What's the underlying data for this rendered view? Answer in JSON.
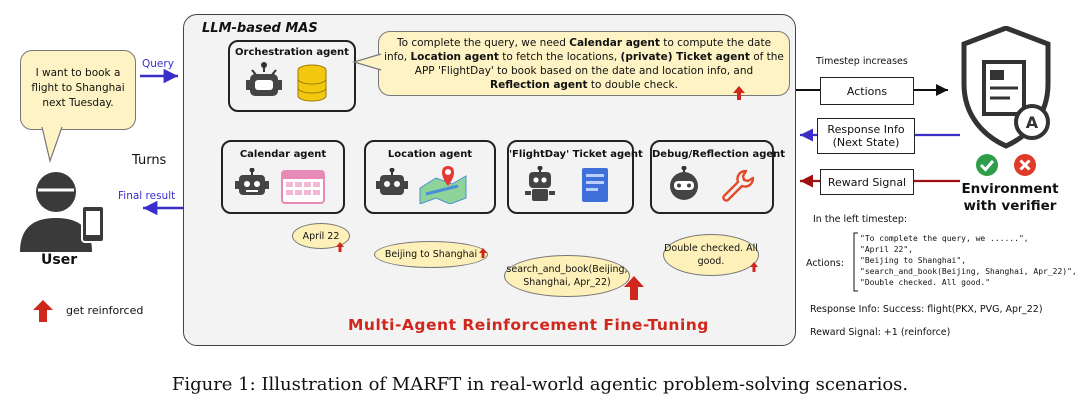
{
  "mas_title": "LLM-based MAS",
  "agents": {
    "orchestration": "Orchestration agent",
    "calendar": "Calendar agent",
    "location": "Location agent",
    "ticket": "'FlightDay' Ticket agent",
    "reflection": "Debug/Reflection agent"
  },
  "orchestration_text": {
    "p1": "To complete the query, we need ",
    "b1": "Calendar agent",
    "p2": " to compute the date info, ",
    "b2": "Location agent",
    "p3": " to fetch the locations, ",
    "b3": "(private) Ticket agent",
    "p4": " of the APP 'FlightDay' to book based on the date and location info, and ",
    "b4": "Reflection agent",
    "p5": " to double check."
  },
  "user": {
    "speech": "I want to book a flight to Shanghai next Tuesday.",
    "label": "User",
    "query_label": "Query",
    "final_result_label": "Final result",
    "turns_label": "Turns"
  },
  "outputs": {
    "calendar": "April 22",
    "location": "Beijing to Shanghai",
    "ticket": "search_and_book(Beijing, Shanghai, Apr_22)",
    "reflection": "Double checked. All good."
  },
  "mfrt_label": "Multi-Agent Reinforcement Fine-Tuning",
  "legend": {
    "reinforced": "get reinforced"
  },
  "env": {
    "timestep_label": "Timestep increases",
    "actions_box": "Actions",
    "response_box": "Response Info (Next State)",
    "reward_box": "Reward Signal",
    "env_label": "Environment with verifier"
  },
  "details": {
    "header": "In the left timestep:",
    "actions_label": "Actions:",
    "actions_list": [
      "\"To complete the query, we ......\",",
      "\"April 22\",",
      "\"Beijing to Shanghai\",",
      "\"search_and_book(Beijing, Shanghai, Apr_22)\",",
      "\"Double checked. All good.\""
    ],
    "response_info": "Response Info: Success: flight(PKX, PVG, Apr_22)",
    "reward_signal": "Reward Signal: +1 (reinforce)"
  },
  "caption": "Figure 1: Illustration of MARFT in real-world agentic problem-solving scenarios.",
  "colors": {
    "reinforce": "#d0271d",
    "user_arrow": "#3a2ec9",
    "reward_arrow": "#a01010",
    "bubble": "#fdf3c4"
  }
}
